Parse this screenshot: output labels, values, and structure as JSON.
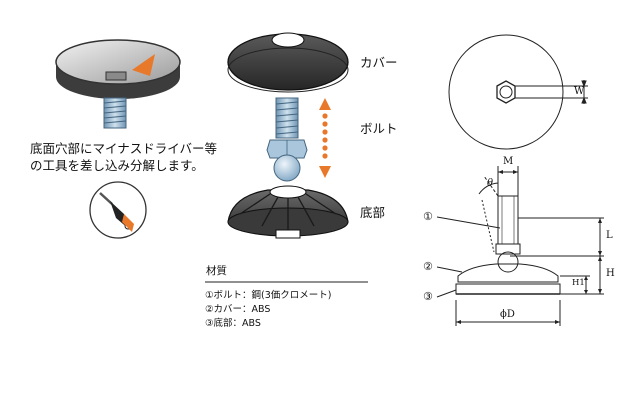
{
  "instruction": {
    "line1": "底面穴部にマイナスドライバー等",
    "line2": "の工具を差し込み分解します。"
  },
  "parts": {
    "cover": "カバー",
    "bolt": "ボルト",
    "base": "底部"
  },
  "material": {
    "title": "材質",
    "items": [
      "①ボルト：鋼(3価クロメート)",
      "②カバー：ABS",
      "③底部：ABS"
    ]
  },
  "dimensions": {
    "W": "W",
    "M": "M",
    "theta": "θ",
    "L": "L",
    "H": "H",
    "H1": "H1",
    "D": "ϕD",
    "callout1": "①",
    "callout2": "②",
    "callout3": "③"
  },
  "colors": {
    "arrow_orange": "#e8782a",
    "part_dark": "#3a3a3a",
    "bolt_blue": "#8fb4cf",
    "line": "#222222"
  }
}
